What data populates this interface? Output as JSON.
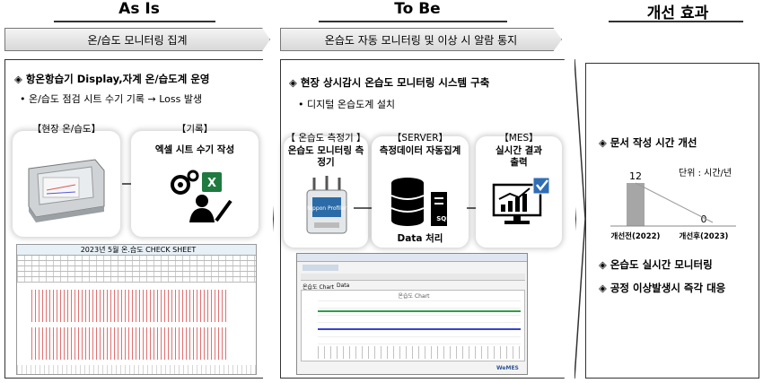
{
  "columns": {
    "asis": {
      "title": "As Is",
      "banner": "온/습도  모니터링 집계"
    },
    "tobe": {
      "title": "To Be",
      "banner": "온습도 자동 모니터링 및 이상 시 알람 통지"
    },
    "effect": {
      "title": "개선 효과"
    }
  },
  "asis": {
    "heading": "◈ 항온항습기 Display,자계 온/습도계 운영",
    "bullet": "• 온/습도 점검 시트 수기 기록 → Loss 발생",
    "site_label": "【현장 온/습도】",
    "record_label": "【기록】",
    "record_desc": "엑셀 시트 수기 작성",
    "sheet_title": "2023년 5월 온.습도 CHECK SHEET"
  },
  "tobe": {
    "heading": "◈ 현장 상시감시 온습도 모니터링 시스템 구축",
    "bullet": "• 디지털 온습도계 설치",
    "sensor_label": "【 온습도 측정기 】",
    "sensor_desc": "온습도 모니터링 측정기",
    "server_label": "【SERVER】",
    "server_desc": "측정데이터 자동집계",
    "server_sub": "Data 처리",
    "mes_label": "【MES】",
    "mes_desc": "실시간 결과 출력",
    "device_text": "Nippon Profiler",
    "db_text": "SQL",
    "window_title": "온습도 Chart",
    "window_tab1": "온습도 Chart",
    "window_tab2": "Data",
    "window_footer": "WeMES"
  },
  "effect": {
    "heading1": "◈ 문서 작성 시간 개선",
    "unit": "단위 : 시간/년",
    "heading2": "◈ 온습도 실시간 모니터링",
    "heading3": "◈ 공정 이상발생시  즉각 대응"
  },
  "chart_data": {
    "type": "bar",
    "categories": [
      "개선전(2022)",
      "개선후(2023)"
    ],
    "values": [
      12,
      0
    ],
    "ylim": [
      0,
      14
    ],
    "color": "#a6a6a6"
  }
}
